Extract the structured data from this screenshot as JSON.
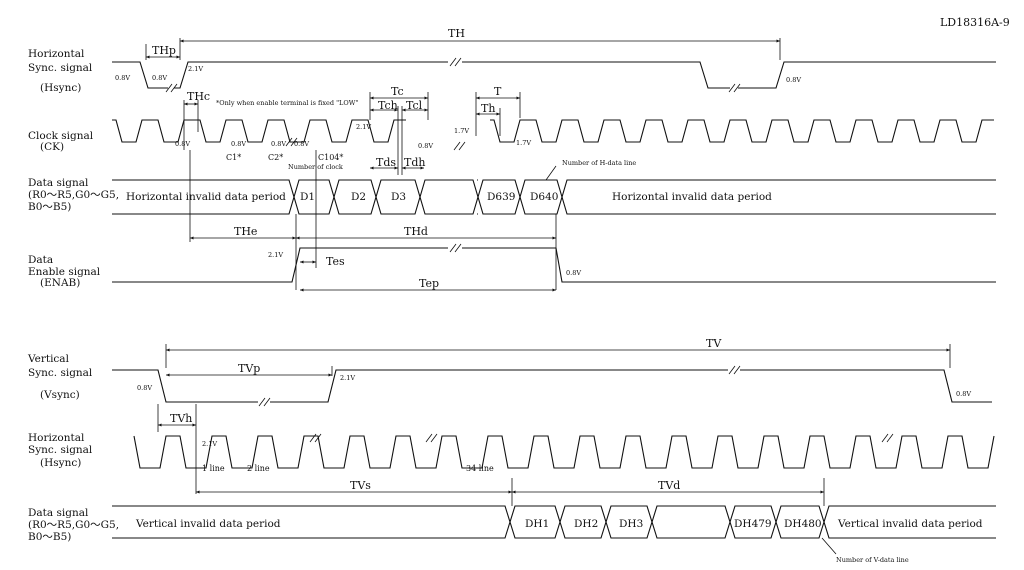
{
  "doc_id": "LD18316A-9",
  "signals": {
    "hsync_l1": "Horizontal",
    "hsync_l2": "Sync. signal",
    "hsync_l3": "(Hsync)",
    "ck_l1": "Clock signal",
    "ck_l2": "(CK)",
    "data_l1": "Data signal",
    "data_l2": "(R0〜R5,G0〜G5,",
    "data_l3": "B0〜B5)",
    "enab_l1": "Data",
    "enab_l2": "Enable signal",
    "enab_l3": "(ENAB)",
    "vsync_l1": "Vertical",
    "vsync_l2": "Sync. signal",
    "vsync_l3": "(Vsync)",
    "hsync2_l1": "Horizontal",
    "hsync2_l2": "Sync. signal",
    "hsync2_l3": "(Hsync)",
    "vdata_l1": "Data signal",
    "vdata_l2": "(R0〜R5,G0〜G5,",
    "vdata_l3": "B0〜B5)"
  },
  "timing": {
    "TH": "TH",
    "THp": "THp",
    "THc": "THc",
    "Tc": "Tc",
    "Tch": "Tch",
    "Tcl": "Tcl",
    "T": "T",
    "Th": "Th",
    "Tds": "Tds",
    "Tdh": "Tdh",
    "THe": "THe",
    "THd": "THd",
    "Tes": "Tes",
    "Tep": "Tep",
    "TV": "TV",
    "TVp": "TVp",
    "TVh": "TVh",
    "TVs": "TVs",
    "TVd": "TVd"
  },
  "voltages": {
    "low": "0.8V",
    "high": "2.1V",
    "ck_high": "1.7V"
  },
  "clock_labels": {
    "c1": "C1*",
    "c2": "C2*",
    "c104": "C104*"
  },
  "notes": {
    "enable_fixed": "*Only when enable terminal is fixed \"LOW\"",
    "num_clock": "Number of clock",
    "num_h_data": "Number of H-data line",
    "num_v_data": "Number of V-data line"
  },
  "h_data": {
    "invalid_left": "Horizontal invalid data period",
    "invalid_right": "Horizontal invalid data period",
    "cells": [
      "D1",
      "D2",
      "D3",
      "D639",
      "D640"
    ]
  },
  "v_lines": {
    "l1": "1 line",
    "l2": "2 line",
    "l34": "34 line"
  },
  "v_data": {
    "invalid_left": "Vertical invalid data period",
    "invalid_right": "Vertical invalid data period",
    "cells": [
      "DH1",
      "DH2",
      "DH3",
      "DH479",
      "DH480"
    ]
  }
}
